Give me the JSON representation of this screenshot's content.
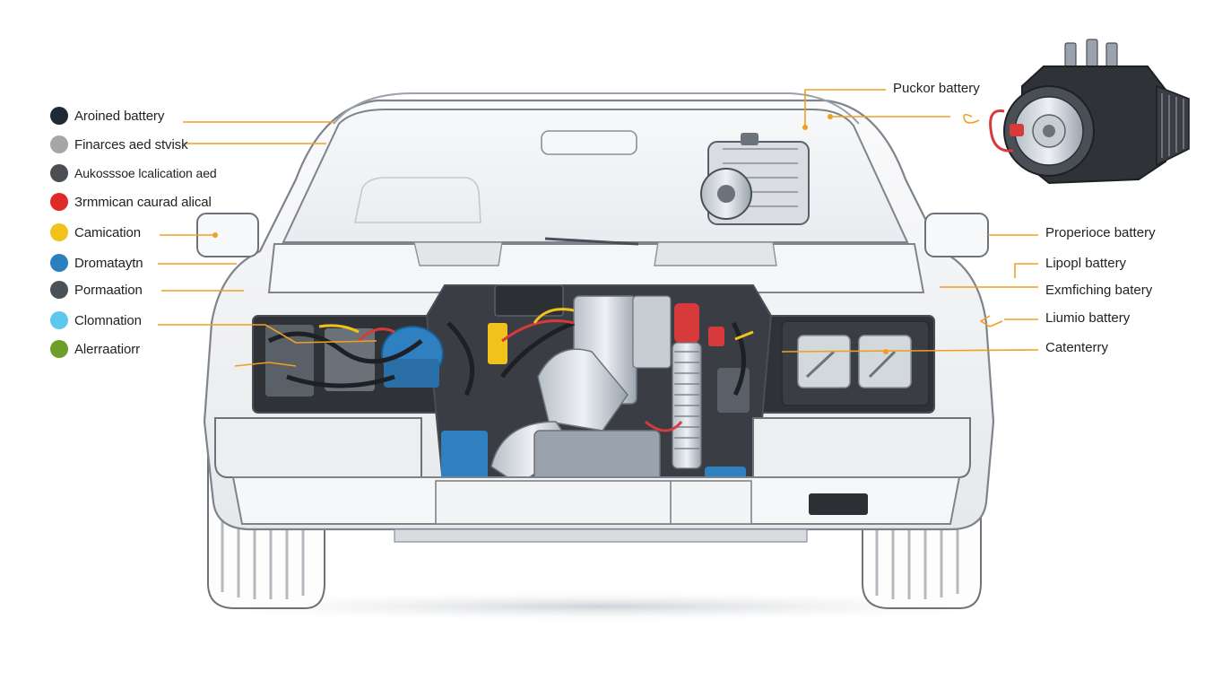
{
  "legend": {
    "items": [
      {
        "label": "Aroined battery",
        "color": "#1f2a36"
      },
      {
        "label": "Finarces aed stvisk",
        "color": "#a6a6a6"
      },
      {
        "label": "Aukosssoe lcalication aed",
        "color": "#4a4d52"
      },
      {
        "label": "Зrmmican caurad alical",
        "color": "#e02a2a"
      },
      {
        "label": "Camication",
        "color": "#f1c21b"
      },
      {
        "label": "Dromataytn",
        "color": "#2a7fbf"
      },
      {
        "label": "Pormaation",
        "color": "#4b5158"
      },
      {
        "label": "Clomnation",
        "color": "#5ec8ec"
      },
      {
        "label": "Alerraatiorr",
        "color": "#6e9e2a"
      }
    ]
  },
  "callouts": {
    "top": "Puckor battery",
    "right": [
      "Properioce battery",
      "Lipорl battery",
      "Exmfiching batery",
      "Liumio battery",
      "Catenterry"
    ]
  },
  "colors": {
    "leader": "#f0a020",
    "outline": "#8a9099",
    "body": "#f4f5f6",
    "engine_blue": "#2f80c0",
    "engine_red": "#d63a3a",
    "engine_yellow": "#f1c21b"
  }
}
